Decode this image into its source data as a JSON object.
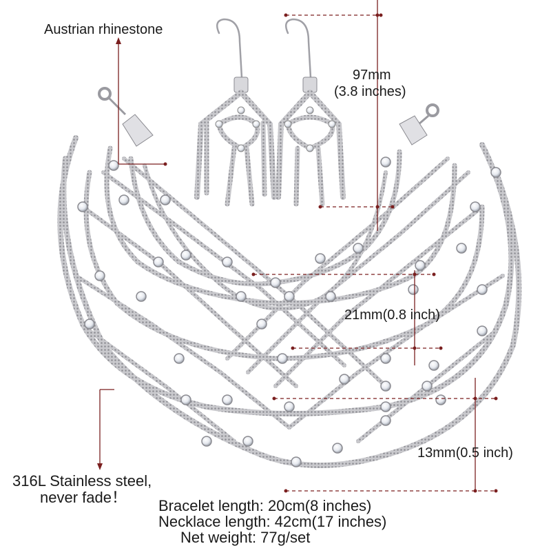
{
  "annotations": {
    "austrian_rhinestone": "Austrian rhinestone",
    "earring_length_mm": "97mm",
    "earring_length_in": "(3.8 inches)",
    "width_21": "21mm(0.8 inch)",
    "width_13": "13mm(0.5 inch)",
    "steel_line1": "316L Stainless steel,",
    "steel_line2": "never fade！"
  },
  "specs": {
    "bracelet": "Bracelet length: 20cm(8 inches)",
    "necklace": "Necklace length: 42cm(17 inches)",
    "weight": "Net weight: 77g/set"
  },
  "colors": {
    "background": "#ffffff",
    "guide_line": "#7a1f1f",
    "metal": "#b8b8bc",
    "metal_dark": "#8a8a90",
    "stone": "#f4f6fa"
  }
}
